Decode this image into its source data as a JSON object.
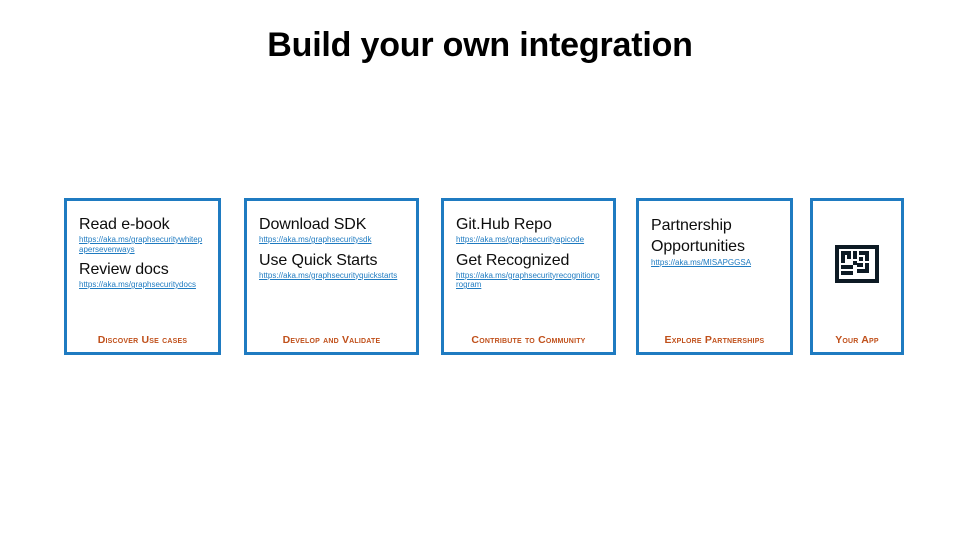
{
  "slide": {
    "title": "Build your own integration",
    "accent_border_color": "#1F7BC1",
    "link_color": "#1F7BC1",
    "footer_label_color": "#C0501B",
    "background_color": "#FFFFFF"
  },
  "cards": [
    {
      "id": "discover-use-cases",
      "entries": [
        {
          "title": "Read e-book",
          "url": "https://aka.ms/graphsecuritywhitepapersevenways"
        },
        {
          "title": "Review docs",
          "url": "https://aka.ms/graphsecuritydocs"
        }
      ],
      "footer": "Discover Use cases"
    },
    {
      "id": "develop-and-validate",
      "entries": [
        {
          "title": "Download SDK",
          "url": "https://aka.ms/graphsecuritysdk"
        },
        {
          "title": "Use Quick Starts",
          "url": "https://aka.ms/graphsecurityquickstarts"
        }
      ],
      "footer": "Develop and Validate"
    },
    {
      "id": "contribute-to-community",
      "entries": [
        {
          "title": "Git.Hub Repo",
          "url": "https://aka.ms/graphsecurityapicode"
        },
        {
          "title": "Get Recognized",
          "url": "https://aka.ms/graphsecurityrecognitionprogram"
        }
      ],
      "footer": "Contribute to Community"
    },
    {
      "id": "explore-partnerships",
      "entries": [
        {
          "title": "Partnership Opportunities",
          "url": "https://aka.ms/MISAPGGSA"
        }
      ],
      "footer": "Explore Partnerships"
    },
    {
      "id": "your-app",
      "icon": "qr-code-icon",
      "footer": "Your App"
    }
  ]
}
